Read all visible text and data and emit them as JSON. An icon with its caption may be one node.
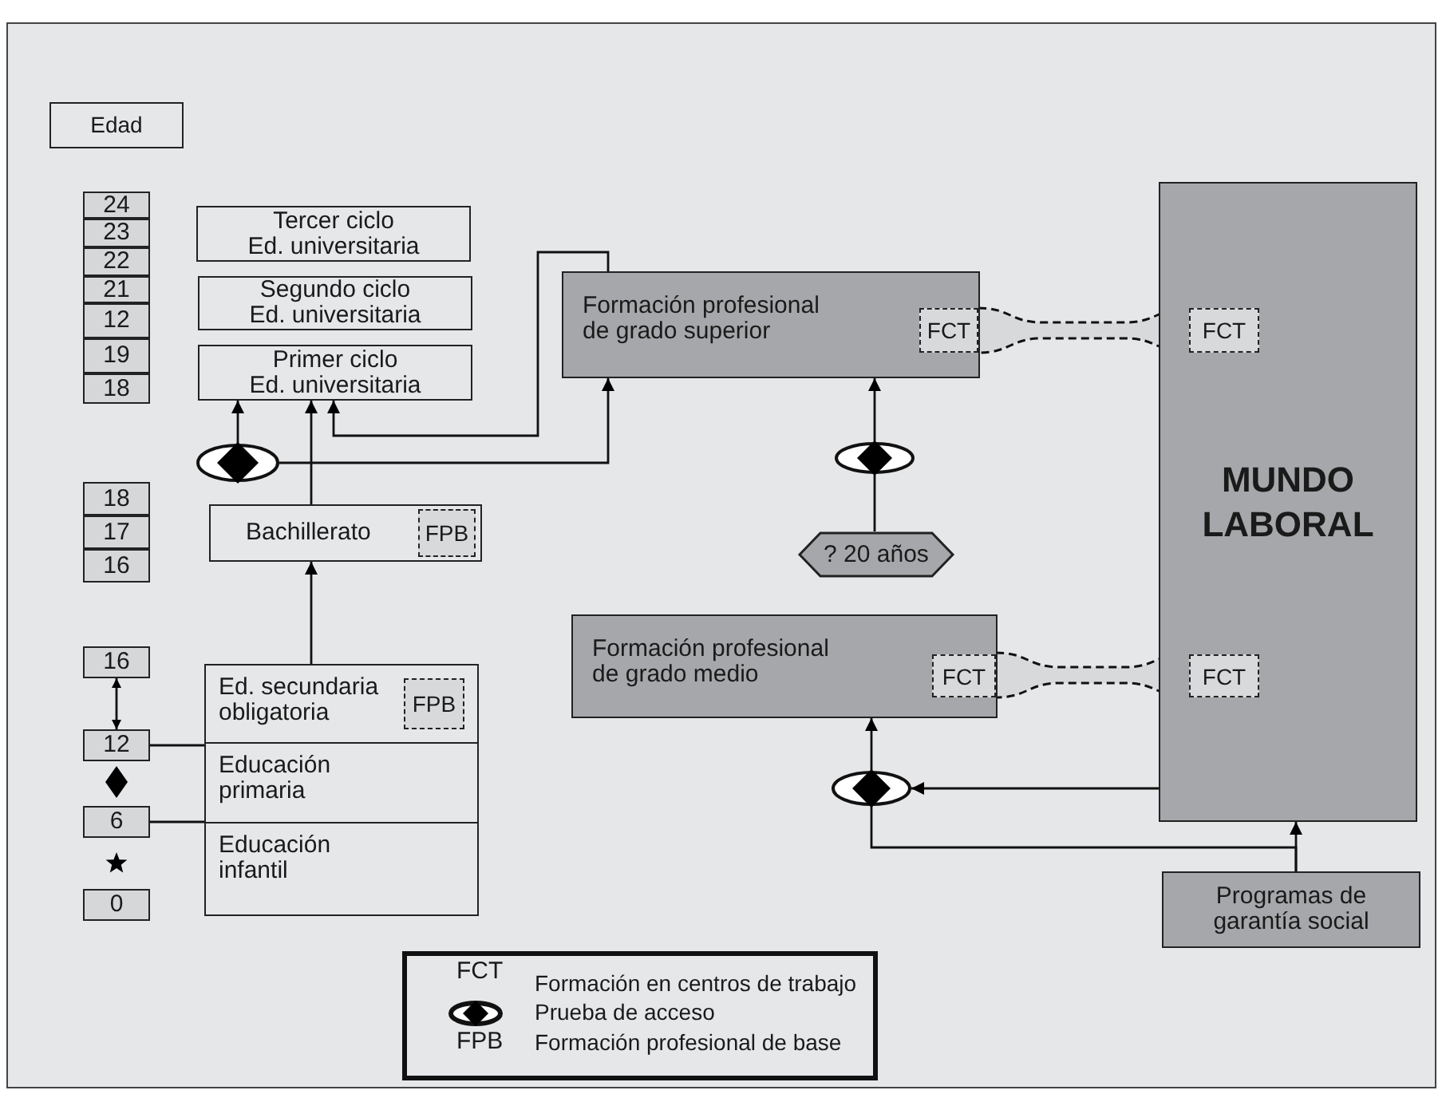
{
  "diagram": {
    "nodes": [
      {
        "text": [
          "Edad"
        ]
      },
      {
        "text": [
          "24"
        ]
      },
      {
        "text": [
          "23"
        ]
      },
      {
        "text": [
          "22"
        ]
      },
      {
        "text": [
          "21"
        ]
      },
      {
        "text": [
          "12"
        ]
      },
      {
        "text": [
          "19"
        ]
      },
      {
        "text": [
          "18"
        ]
      },
      {
        "text": [
          "18"
        ]
      },
      {
        "text": [
          "17"
        ]
      },
      {
        "text": [
          "16"
        ]
      },
      {
        "text": [
          "16"
        ]
      },
      {
        "text": [
          "12"
        ]
      },
      {
        "text": [
          "6"
        ]
      },
      {
        "text": [
          "0"
        ]
      },
      {
        "text": [
          "Tercer ciclo Ed. universitaria"
        ]
      },
      {
        "text": [
          "Segundo ciclo Ed. universitaria"
        ]
      },
      {
        "text": [
          "Primer ciclo Ed. universitaria"
        ]
      },
      {
        "text": [],
        "shape": "ellipse"
      },
      {
        "text": [
          "Bachillerato"
        ]
      },
      {
        "text": [
          "FPB"
        ],
        "in": 19
      },
      {
        "text": [
          "Ed. secundaria obligatoria"
        ]
      },
      {
        "text": [
          "FPB"
        ],
        "in": 21
      },
      {
        "text": [
          "Educación primaria"
        ]
      },
      {
        "text": [
          "Educación infantil"
        ]
      },
      {
        "text": [
          "Formación profesional de grado superior"
        ]
      },
      {
        "text": [
          "FCT"
        ],
        "in": 25
      },
      {
        "text": [
          "MUNDO LABORAL"
        ]
      },
      {
        "text": [
          "FCT"
        ],
        "in": 27
      },
      {
        "text": [],
        "shape": "ellipse"
      },
      {
        "text": [
          "? 20 años"
        ]
      },
      {
        "text": [
          "Formación profesional de grado medio"
        ]
      },
      {
        "text": [
          "FCT"
        ],
        "in": 31
      },
      {
        "text": [
          "FCT"
        ],
        "in": 27
      },
      {
        "text": [],
        "shape": "ellipse"
      },
      {
        "text": [
          "Programas de garantía social"
        ]
      }
    ],
    "edges": [
      {
        "from": 11,
        "to": 12,
        "arrow": "both"
      },
      {
        "from": 21,
        "to": 19,
        "arrow": "to"
      },
      {
        "from": 19,
        "to": 17,
        "arrow": "to"
      },
      {
        "from": 18,
        "to": 17,
        "arrow": "to"
      },
      {
        "from": 18,
        "to": 25,
        "arrow": "to"
      },
      {
        "from": 25,
        "to": 17,
        "arrow": "to"
      },
      {
        "from": 26,
        "to": 28,
        "arrow": "none",
        "style": "dashed"
      },
      {
        "from": 30,
        "to": 29,
        "arrow": "none"
      },
      {
        "from": 29,
        "to": 25,
        "arrow": "to"
      },
      {
        "from": 32,
        "to": 33,
        "arrow": "none",
        "style": "dashed"
      },
      {
        "from": 27,
        "to": 34,
        "arrow": "to"
      },
      {
        "from": 35,
        "to": 27,
        "arrow": "to"
      },
      {
        "from": 35,
        "to": 34,
        "arrow": "none"
      },
      {
        "from": 34,
        "to": 31,
        "arrow": "to"
      },
      {
        "from": 12,
        "to": 21,
        "arrow": "none"
      },
      {
        "from": 13,
        "to": 23,
        "arrow": "none"
      }
    ],
    "labels": [
      "FCT",
      "FPB"
    ],
    "legend": [
      {
        "text": "Formación en centros de trabajo"
      },
      {
        "text": "Prueba de acceso"
      },
      {
        "text": "Formación profesional de base"
      }
    ]
  }
}
